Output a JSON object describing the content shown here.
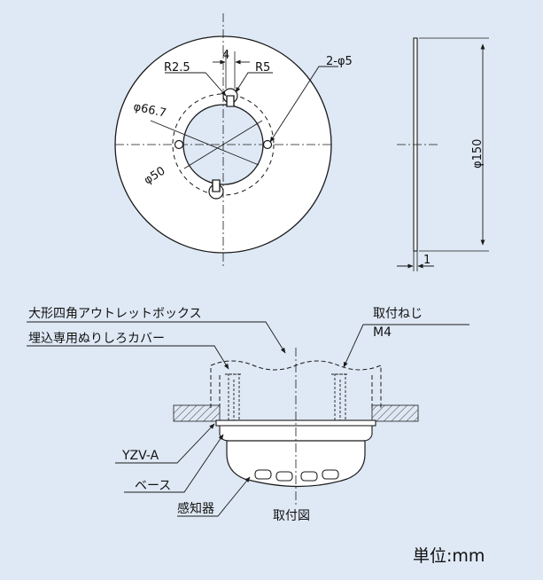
{
  "plate": {
    "dims": {
      "spacing_4": "4",
      "r_small": "R2.5",
      "r_large": "R5",
      "holes": "2-φ5",
      "pitch": "φ66.7",
      "opening": "φ50"
    }
  },
  "side": {
    "diameter": "φ150",
    "thickness": "1"
  },
  "assembly": {
    "labels": {
      "box": "大形四角アウトレットボックス",
      "cover": "埋込専用ぬりしろカバー",
      "screw": "取付ねじ",
      "screw_size": "M4",
      "adapter": "YZV-A",
      "base": "ベース",
      "sensor": "感知器"
    },
    "caption": "取付図"
  },
  "unit": "単位:mm",
  "colors": {
    "background": "#dfe9f5",
    "plate": "#ffffff",
    "line": "#1a1a1a"
  }
}
